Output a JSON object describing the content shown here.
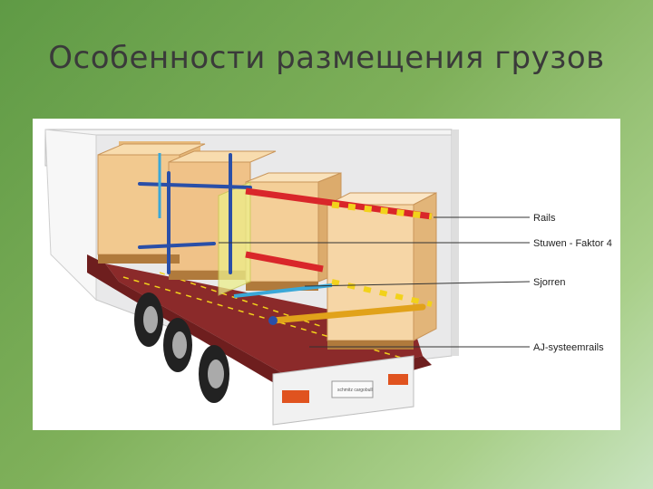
{
  "slide": {
    "title": "Особенности размещения грузов"
  },
  "diagram": {
    "callouts": [
      {
        "id": "rails",
        "label": "Rails"
      },
      {
        "id": "stuwen",
        "label": "Stuwen - Faktor 4"
      },
      {
        "id": "sjorren",
        "label": "Sjorren"
      },
      {
        "id": "aj",
        "label": "AJ-systeemrails"
      }
    ],
    "plate_text": "schmitz cargobull"
  },
  "colors": {
    "floor": "#8b2a2a",
    "box": "#f2c98f",
    "box_shade": "#d9a86a",
    "rail_red": "#d9262a",
    "rail_yellow": "#f2d21b",
    "post_blue": "#2a4fa8",
    "tube_orange": "#e1a21a",
    "strap_cyan": "#3aa8d8",
    "net_yellow": "#ecef8a"
  }
}
